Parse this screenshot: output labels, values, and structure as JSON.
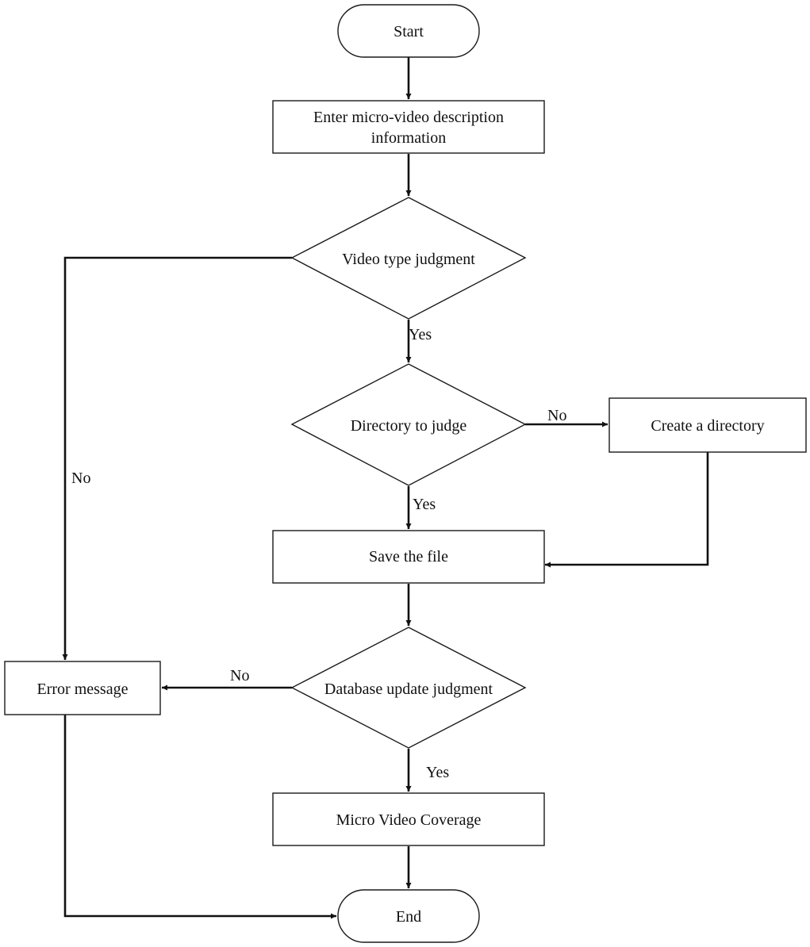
{
  "nodes": {
    "start": "Start",
    "enter_info_line1": "Enter micro-video description",
    "enter_info_line2": "information",
    "video_type_judgment": "Video type judgment",
    "directory_to_judge": "Directory to judge",
    "create_directory": "Create a directory",
    "save_file": "Save the file",
    "database_update_judgment": "Database update judgment",
    "error_message": "Error message",
    "micro_video_coverage": "Micro Video Coverage",
    "end": "End"
  },
  "edge_labels": {
    "video_type_yes": "Yes",
    "video_type_no": "No",
    "directory_yes": "Yes",
    "directory_no": "No",
    "database_yes": "Yes",
    "database_no": "No"
  },
  "colors": {
    "stroke": "#1a1a1a",
    "background": "#ffffff"
  }
}
